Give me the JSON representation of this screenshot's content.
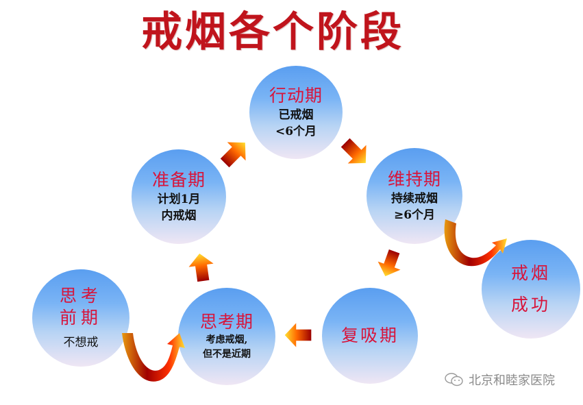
{
  "title": "戒烟各个阶段",
  "stages": {
    "action": {
      "name": "行动期",
      "desc_line1": "已戒烟",
      "desc_line2": "<6个月"
    },
    "preparation": {
      "name": "准备期",
      "desc_line1": "计划1月",
      "desc_line2": "内戒烟"
    },
    "maintenance": {
      "name": "维持期",
      "desc_line1": "持续戒烟",
      "desc_line2": "≥6个月"
    },
    "precontemplation": {
      "name_line1": "思考",
      "name_line2": "前期",
      "desc_line1": "不想戒"
    },
    "contemplation": {
      "name": "思考期",
      "desc_line1": "考虑戒烟,",
      "desc_line2": "但不是近期"
    },
    "relapse": {
      "name": "复吸期"
    },
    "success": {
      "name_line1": "戒烟",
      "name_line2": "成功"
    }
  },
  "watermark": {
    "icon": "wechat-icon",
    "text": "北京和睦家医院"
  },
  "colors": {
    "title": "#c0141c",
    "stage_text": "#d8143a",
    "circle_top": "#5a9ef0",
    "circle_bottom": "#efe6f4",
    "arrow_light": "#ffd21a",
    "arrow_dark": "#a00000"
  }
}
